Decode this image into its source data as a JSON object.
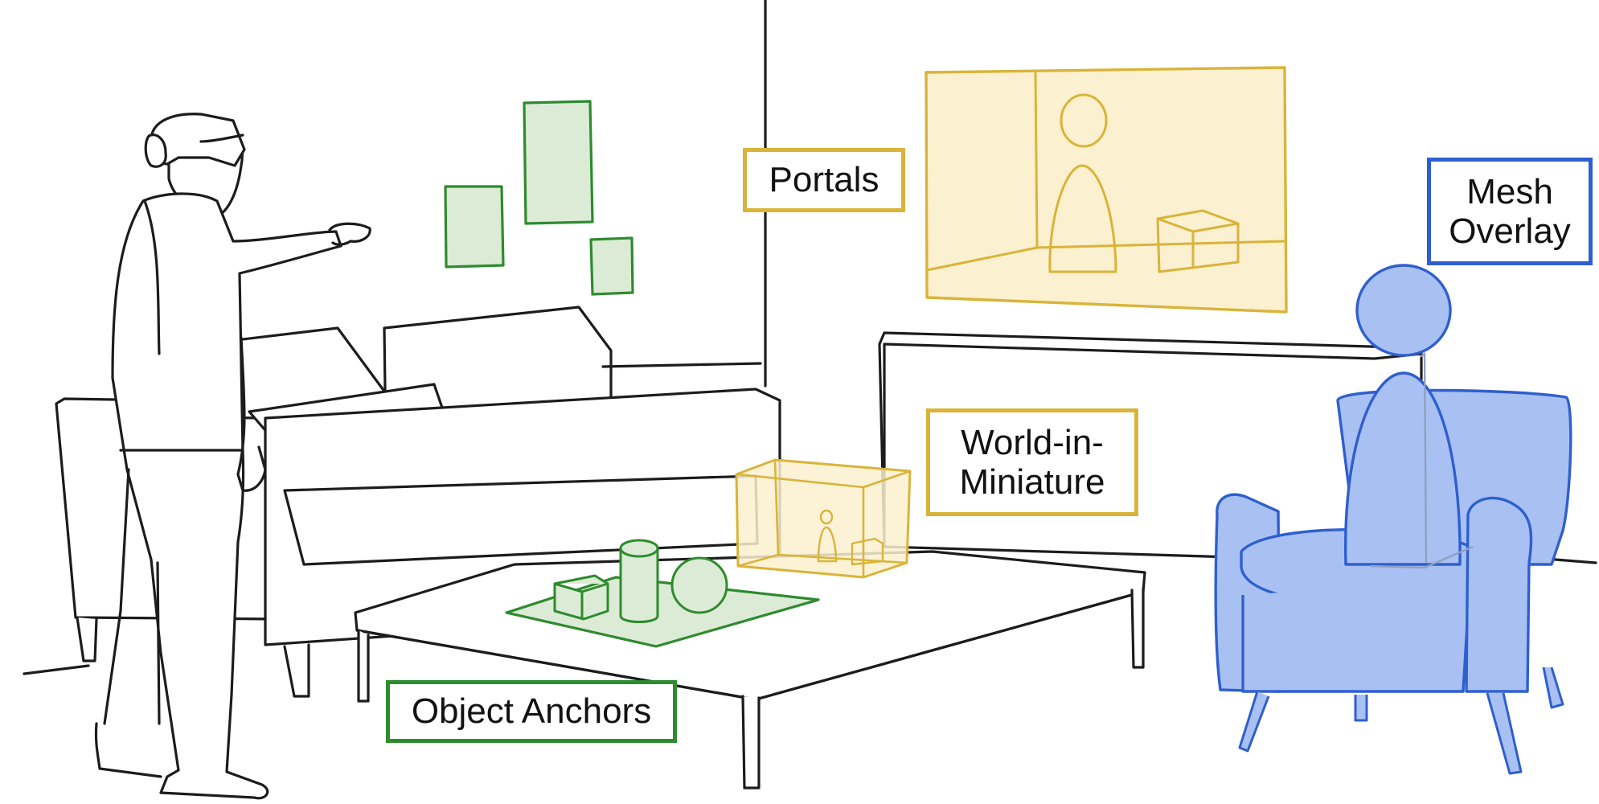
{
  "labels": {
    "portals": "Portals",
    "mesh_overlay_line1": "Mesh",
    "mesh_overlay_line2": "Overlay",
    "world_in_miniature_line1": "World-in-",
    "world_in_miniature_line2": "Miniature",
    "object_anchors": "Object Anchors"
  },
  "colors": {
    "portals": "#d9b43a",
    "portals_fill": "#fbf0cf",
    "mesh_overlay": "#2f5fcf",
    "mesh_fill": "#a9c1f2",
    "world_in_miniature": "#d9b43a",
    "object_anchors": "#2e8b2e",
    "anchors_fill": "#dcebd6",
    "ink": "#1c1c1c"
  },
  "icons": [
    "headset-icon"
  ]
}
